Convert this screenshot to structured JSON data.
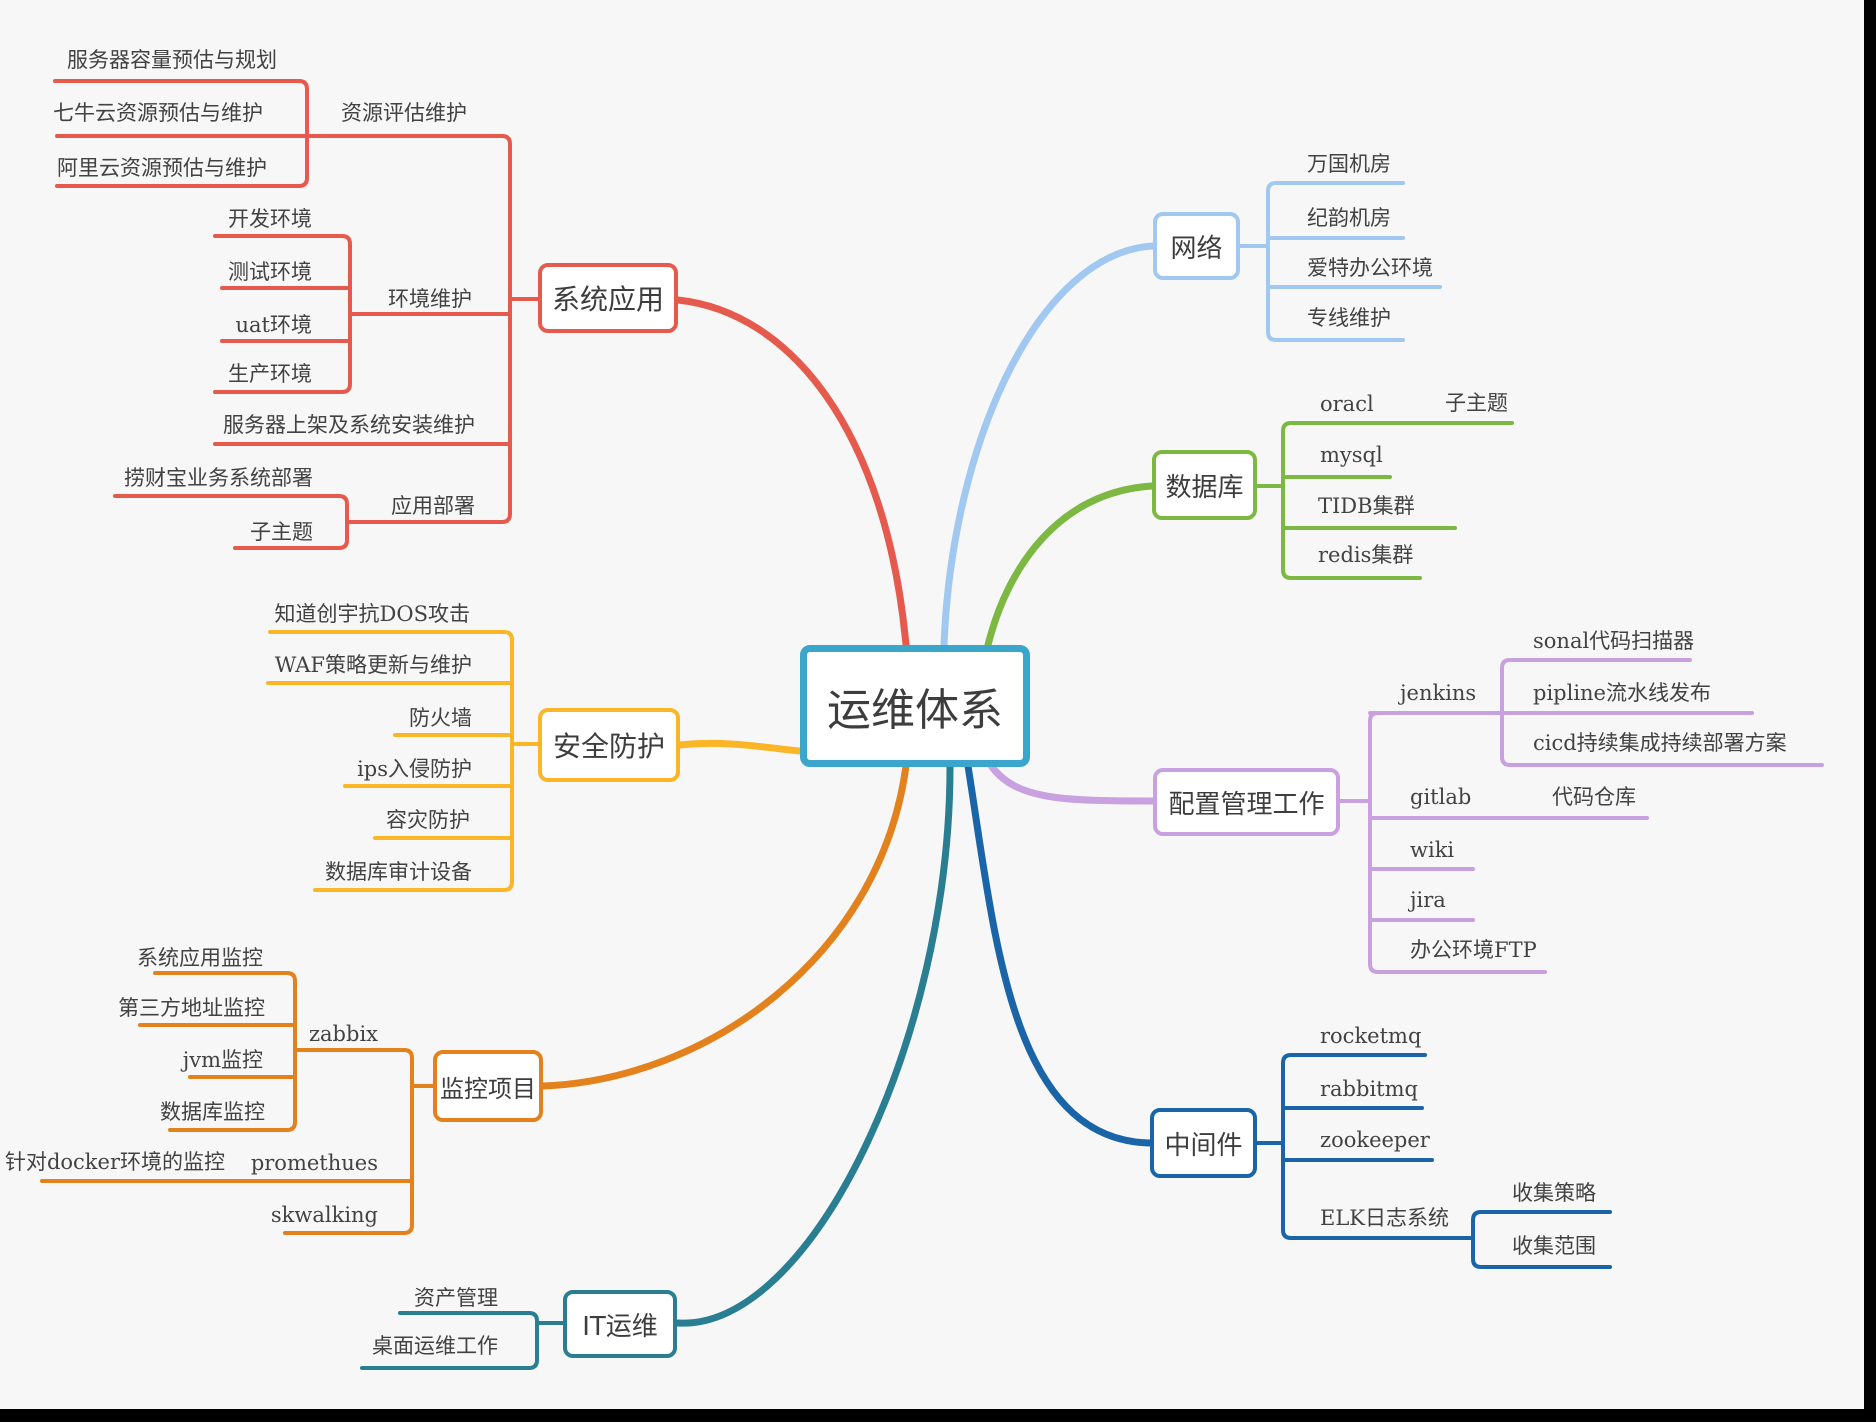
{
  "canvas": {
    "background": "#f7f7f7"
  },
  "colors": {
    "center_border": "#3aa6cc",
    "system_app": "#e65a4d",
    "security": "#fbb628",
    "monitoring": "#e3821d",
    "it_ops": "#2a7e92",
    "network": "#a0c8f0",
    "database": "#7cb842",
    "config_mgmt": "#c9a0e0",
    "middleware": "#1a64a8",
    "text": "#424242"
  },
  "root": {
    "label": "运维体系"
  },
  "system_app": {
    "label": "系统应用",
    "resource_eval": {
      "label": "资源评估维护",
      "capacity": "服务器容量预估与规划",
      "qiniu": "七牛云资源预估与维护",
      "aliyun": "阿里云资源预估与维护"
    },
    "env": {
      "label": "环境维护",
      "dev": "开发环境",
      "test": "测试环境",
      "uat": "uat环境",
      "prod": "生产环境"
    },
    "server_install": "服务器上架及系统安装维护",
    "deploy": {
      "label": "应用部署",
      "laocaibao": "捞财宝业务系统部署",
      "subtopic": "子主题"
    }
  },
  "security": {
    "label": "安全防护",
    "ddos": "知道创宇抗DOS攻击",
    "waf": "WAF策略更新与维护",
    "firewall": "防火墙",
    "ips": "ips入侵防护",
    "disaster": "容灾防护",
    "db_audit": "数据库审计设备"
  },
  "monitoring": {
    "label": "监控项目",
    "zabbix": {
      "label": "zabbix",
      "sys_app": "系统应用监控",
      "third_party": "第三方地址监控",
      "jvm": "jvm监控",
      "db": "数据库监控"
    },
    "prometheus": {
      "label": "promethues",
      "docker": "针对docker环境的监控"
    },
    "skywalking": "skwalking"
  },
  "it_ops": {
    "label": "IT运维",
    "asset": "资产管理",
    "desktop": "桌面运维工作"
  },
  "network": {
    "label": "网络",
    "wanguo": "万国机房",
    "jiyun": "纪韵机房",
    "aite": "爱特办公环境",
    "leased_line": "专线维护"
  },
  "database": {
    "label": "数据库",
    "oracle": "oracl",
    "oracle_sub": "子主题",
    "mysql": "mysql",
    "tidb": "TIDB集群",
    "redis": "redis集群"
  },
  "config_mgmt": {
    "label": "配置管理工作",
    "jenkins": {
      "label": "jenkins",
      "sonar": "sonal代码扫描器",
      "pipeline": "pipline流水线发布",
      "cicd": "cicd持续集成持续部署方案"
    },
    "gitlab": {
      "label": "gitlab",
      "repo": "代码仓库"
    },
    "wiki": "wiki",
    "jira": "jira",
    "ftp": "办公环境FTP"
  },
  "middleware": {
    "label": "中间件",
    "rocketmq": "rocketmq",
    "rabbitmq": "rabbitmq",
    "zookeeper": "zookeeper",
    "elk": {
      "label": "ELK日志系统",
      "strategy": "收集策略",
      "scope": "收集范围"
    }
  }
}
